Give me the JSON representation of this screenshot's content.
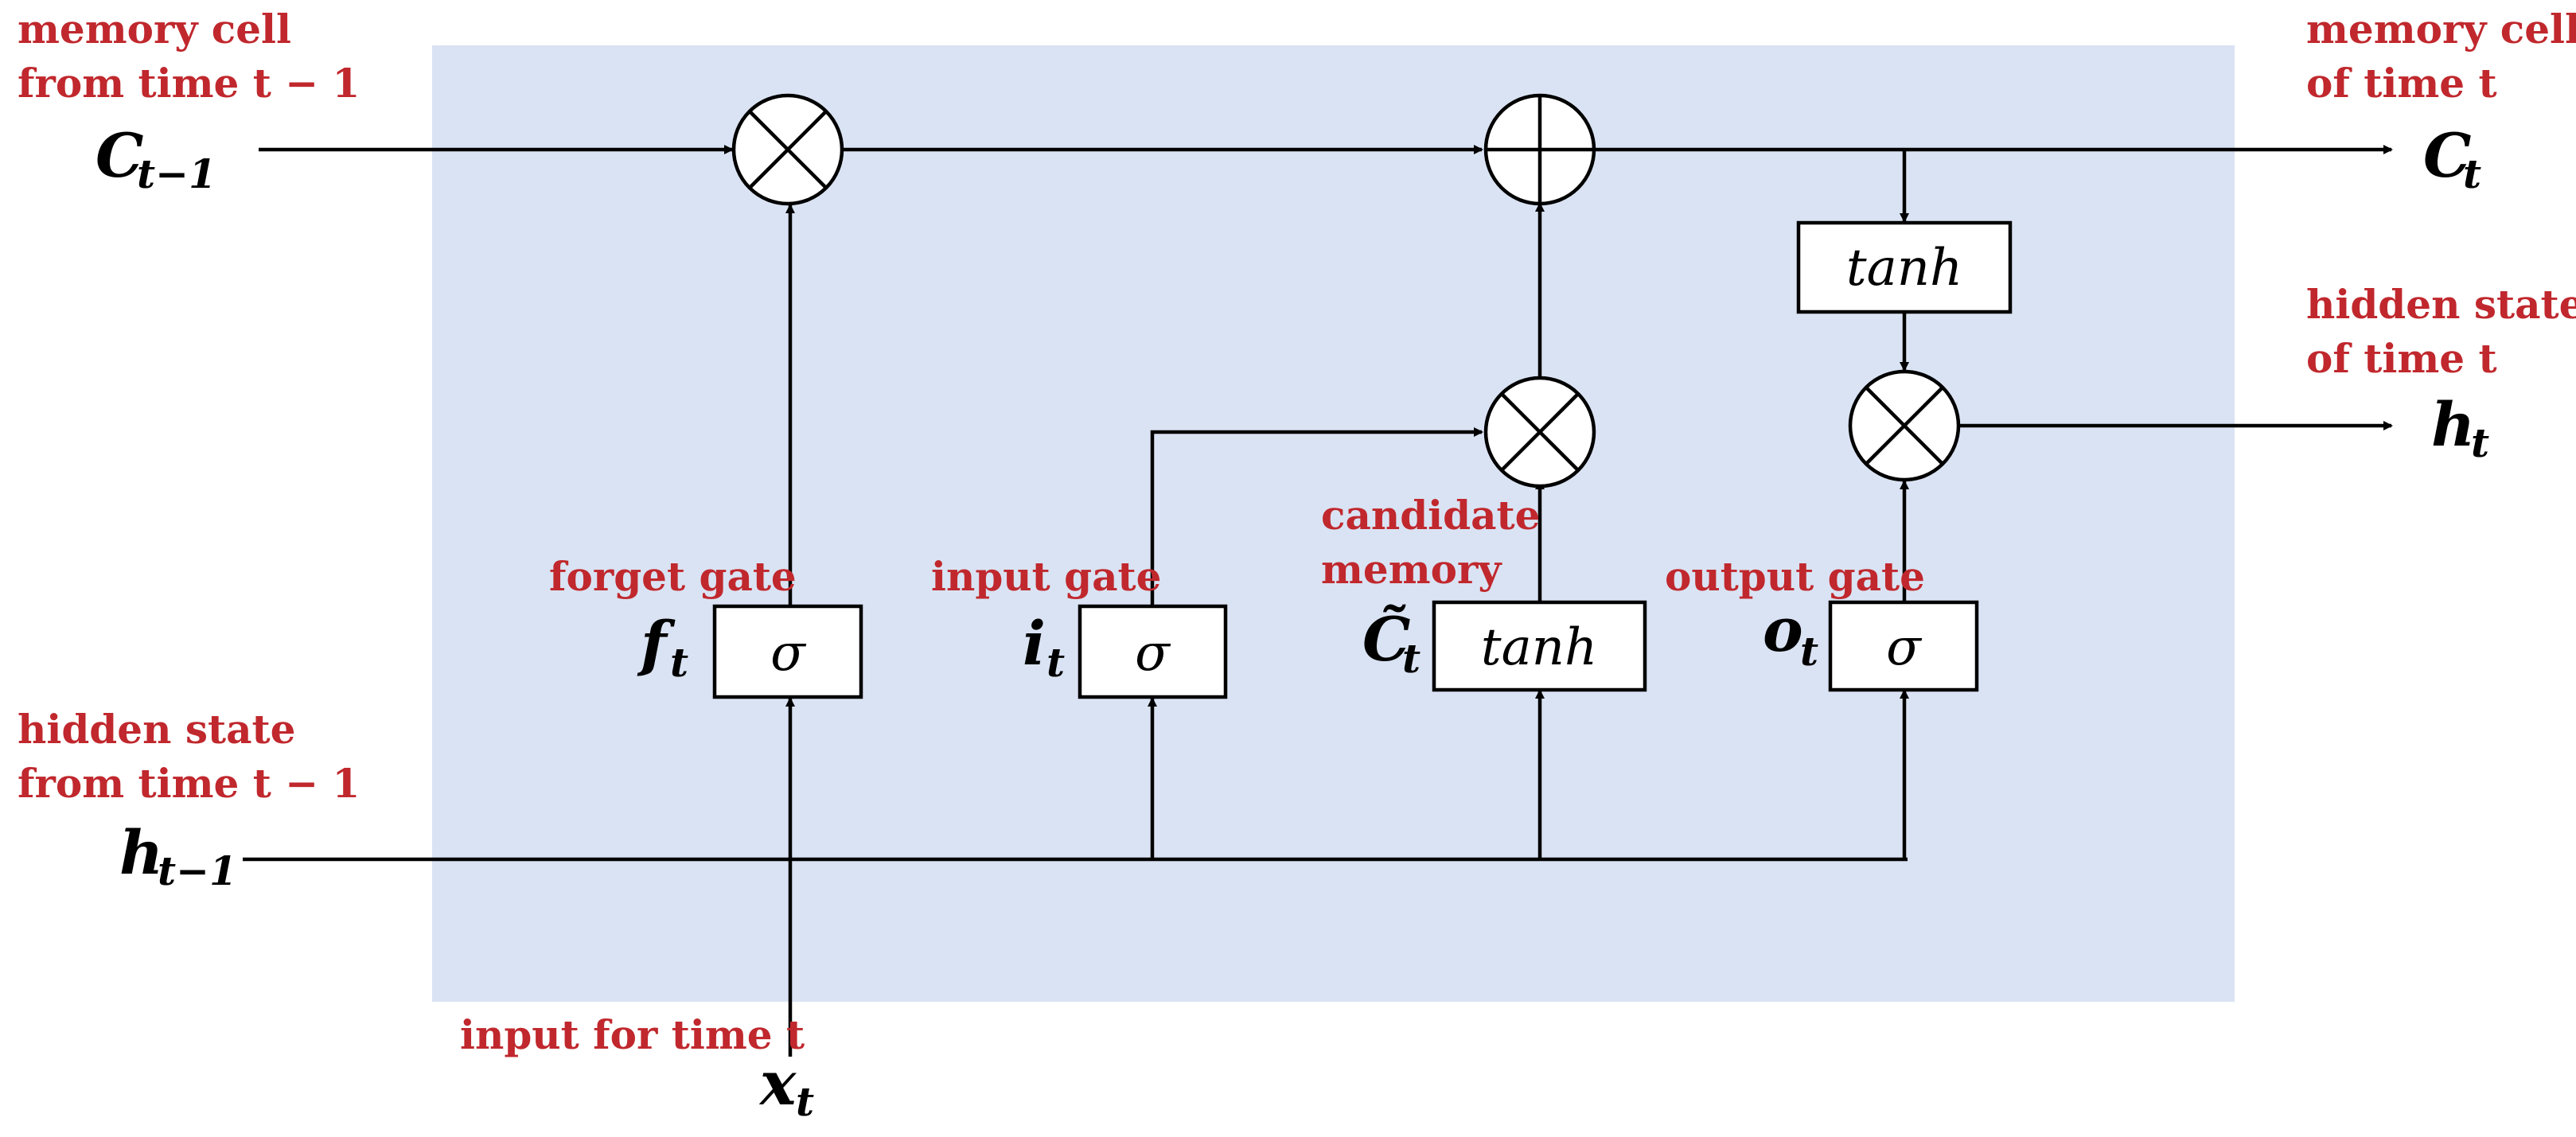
{
  "colors": {
    "background_panel": "#dae3f3",
    "label_red": "#c0282d",
    "line": "#000000"
  },
  "inputs": {
    "prev_memory_label": [
      "memory cell",
      "from time t − 1"
    ],
    "prev_memory_symbol": "C",
    "prev_memory_sub": "t−1",
    "prev_hidden_label": [
      "hidden state",
      "from time t − 1"
    ],
    "prev_hidden_symbol": "h",
    "prev_hidden_sub": "t−1",
    "input_label": "input for time t",
    "input_symbol": "x",
    "input_sub": "t"
  },
  "outputs": {
    "memory_label": [
      "memory cell",
      "of time t"
    ],
    "memory_symbol": "C",
    "memory_sub": "t",
    "hidden_label": [
      "hidden state",
      "of time t"
    ],
    "hidden_symbol": "h",
    "hidden_sub": "t"
  },
  "gates": {
    "forget": {
      "label": "forget gate",
      "symbol": "f",
      "sub": "t",
      "fn": "σ"
    },
    "input": {
      "label": "input gate",
      "symbol": "i",
      "sub": "t",
      "fn": "σ"
    },
    "candidate": {
      "label": [
        "candidate",
        "memory"
      ],
      "symbol": "C̃",
      "sub": "t",
      "fn": "tanh"
    },
    "output": {
      "label": "output gate",
      "symbol": "o",
      "sub": "t",
      "fn": "σ"
    }
  },
  "output_tanh": {
    "fn": "tanh"
  },
  "operators": {
    "multiply": "⊗",
    "add": "⊕"
  }
}
